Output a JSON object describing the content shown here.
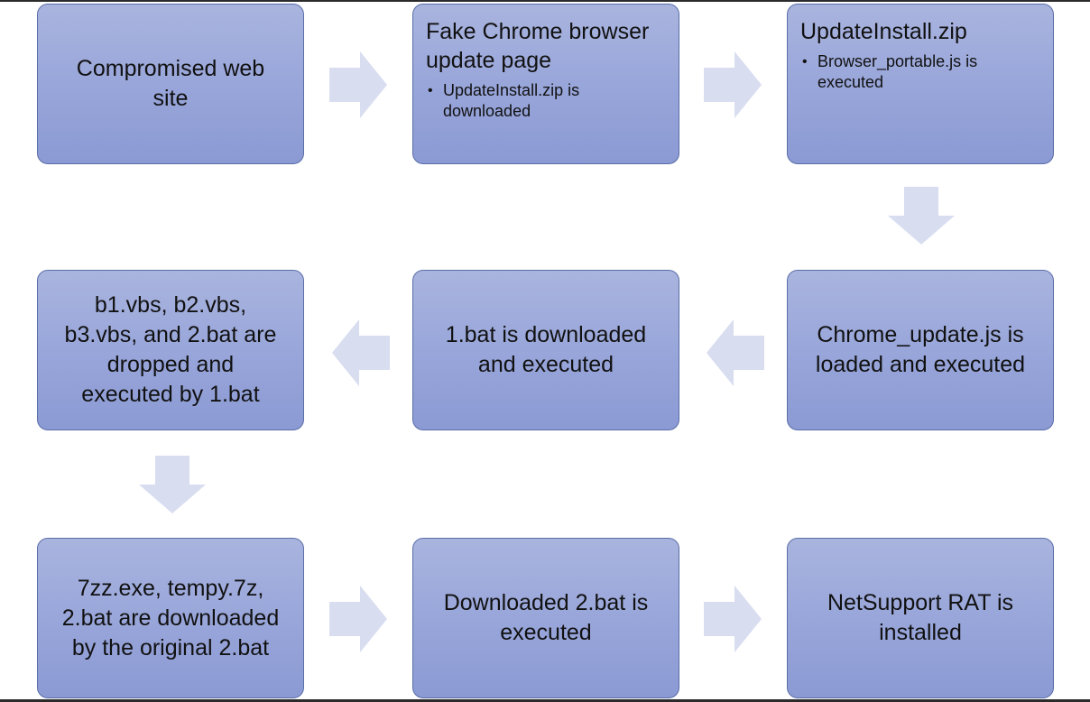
{
  "diagram": {
    "boxes": {
      "compromised_site": {
        "text": "Compromised web\nsite"
      },
      "fake_update": {
        "title": "Fake Chrome browser\nupdate page",
        "bullet": "UpdateInstall.zip is\ndownloaded"
      },
      "update_zip": {
        "title": "UpdateInstall.zip",
        "bullet": "Browser_portable.js is\nexecuted"
      },
      "chrome_update_js": {
        "text": "Chrome_update.js is\nloaded and executed"
      },
      "bat1": {
        "text": "1.bat is downloaded\nand executed"
      },
      "vbs_dropped": {
        "text": "b1.vbs, b2.vbs,\nb3.vbs, and 2.bat are\ndropped and\nexecuted by 1.bat"
      },
      "seven_zip": {
        "text": "7zz.exe, tempy.7z,\n2.bat are downloaded\nby the original 2.bat"
      },
      "bat2_exec": {
        "text": "Downloaded 2.bat is\nexecuted"
      },
      "netsupport": {
        "text": "NetSupport RAT is\ninstalled"
      }
    },
    "bullet_glyph": "•",
    "colors": {
      "box_fill_top": "#a9b4de",
      "box_fill_bottom": "#8b9ad4",
      "box_border": "#5a6ea8",
      "arrow_fill": "#d8ddf0"
    }
  }
}
